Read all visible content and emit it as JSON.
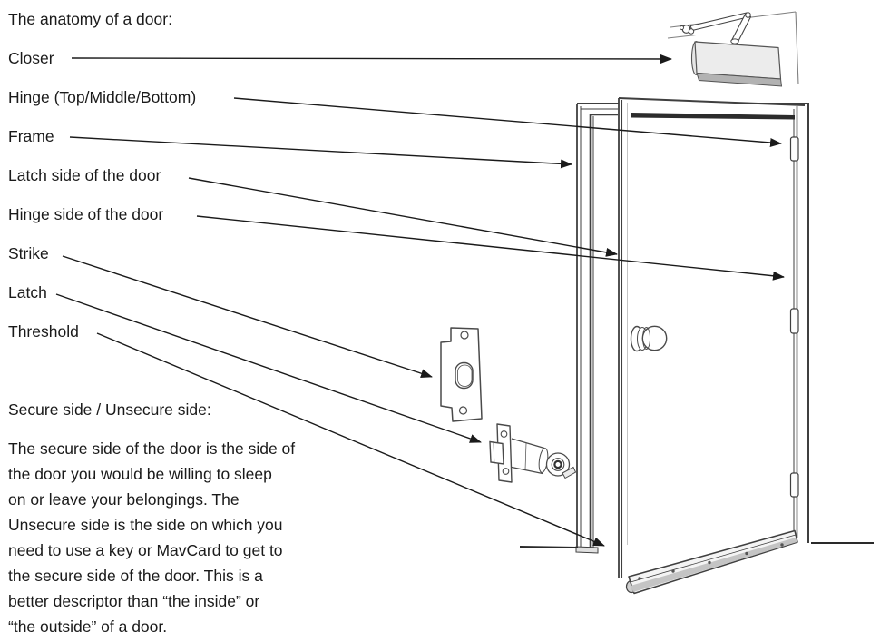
{
  "title": "The anatomy of a door:",
  "labels": {
    "closer": {
      "text": "Closer",
      "points_to": "door closer mounted at top of door"
    },
    "hinge": {
      "text": "Hinge (Top/Middle/Bottom)",
      "points_to": "top hinge on the door edge"
    },
    "frame": {
      "text": "Frame",
      "points_to": "left jamb of the door frame"
    },
    "latch_side": {
      "text": "Latch side of the door",
      "points_to": "front edge of the door where the latch is"
    },
    "hinge_side": {
      "text": "Hinge side of the door",
      "points_to": "door edge along the hinges"
    },
    "strike": {
      "text": "Strike",
      "points_to": "strike plate"
    },
    "latch": {
      "text": "Latch",
      "points_to": "latch assembly"
    },
    "threshold": {
      "text": "Threshold",
      "points_to": "floor opening at the base of the door"
    }
  },
  "secure_section": {
    "heading": "Secure side / Unsecure side:",
    "lines": [
      "The secure side of the door is the side of",
      "the door you would be willing to sleep",
      "on or leave your belongings. The",
      "Unsecure side is the side on which you",
      "need to use a key or MavCard to get to",
      "the secure side of the door. This is a",
      "better descriptor than “the inside” or",
      "“the outside” of a door."
    ]
  },
  "diagram": {
    "illustrations": [
      "door-closer",
      "door-frame",
      "door-leaf",
      "door-knob",
      "hinge-top",
      "hinge-middle",
      "hinge-bottom",
      "door-sweep",
      "strike-plate",
      "latch-assembly",
      "floor-lines"
    ]
  },
  "colors": {
    "background": "#ffffff",
    "text": "#1a1a1a",
    "arrow": "#1a1a1a",
    "line_art": "#3f3f3f",
    "closer_body": "#ececec",
    "closer_shadow": "#b2b2b2",
    "door_top_shadow": "#2c2c2c",
    "sweep_shadow": "#c4c4c4"
  }
}
